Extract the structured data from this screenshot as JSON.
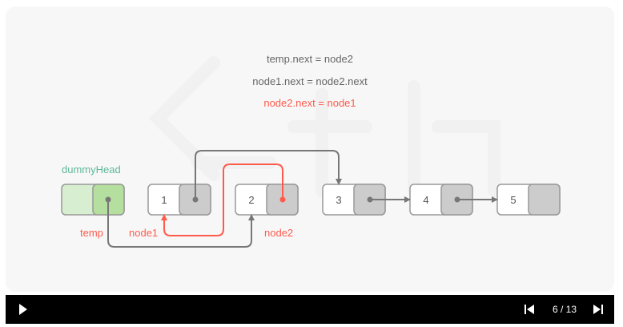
{
  "slide": {
    "code": [
      {
        "text": "temp.next = node2",
        "highlight": false
      },
      {
        "text": "node1.next = node2.next",
        "highlight": false
      },
      {
        "text": "node2.next = node1",
        "highlight": true
      }
    ],
    "labels": {
      "dummy_head": "dummyHead",
      "temp": "temp",
      "node1": "node1",
      "node2": "node2"
    },
    "nodes": [
      "1",
      "2",
      "3",
      "4",
      "5"
    ],
    "colors": {
      "pointer_gray": "#777777",
      "pointer_red": "#ff5b4d",
      "dummy_fill": "#d7eed0",
      "dummy_next_fill": "#b5df9f",
      "node_fill": "#ffffff",
      "node_next_fill": "#cccccc"
    }
  },
  "player": {
    "current": 6,
    "total": 13,
    "counter_text": "6 / 13",
    "icons": [
      "play-icon",
      "skip-previous-icon",
      "skip-next-icon"
    ]
  }
}
